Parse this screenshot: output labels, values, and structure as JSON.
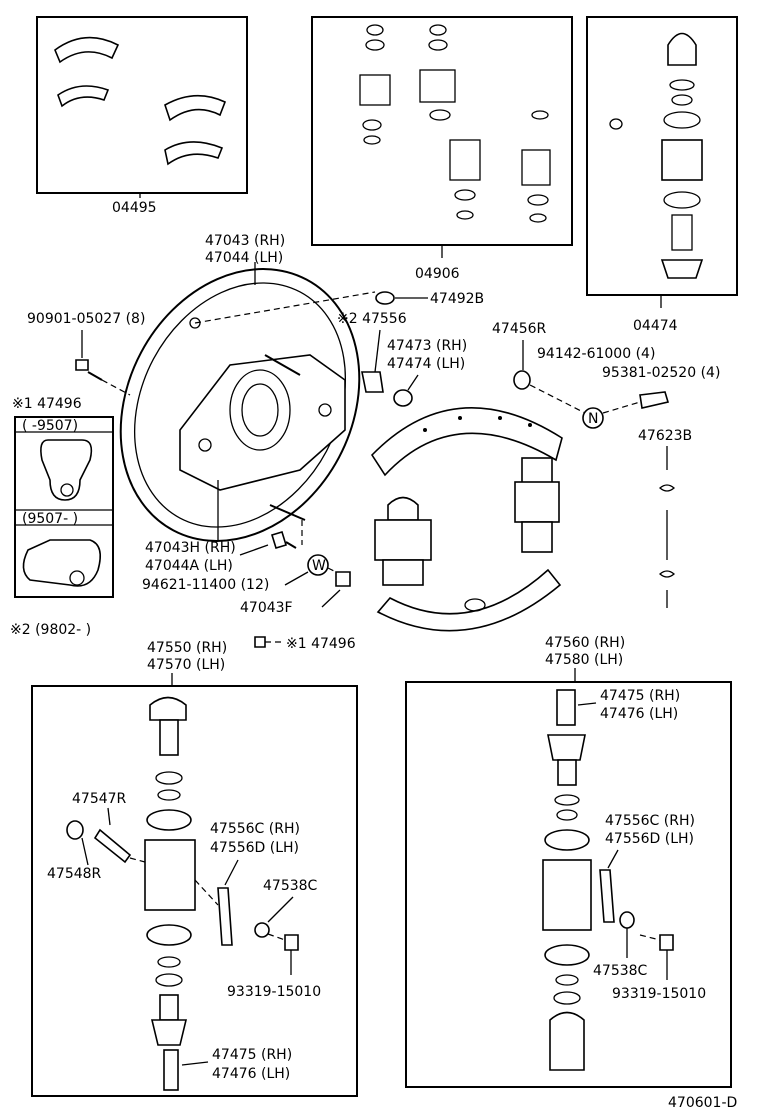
{
  "colors": {
    "ink": "#000000",
    "paper": "#ffffff"
  },
  "labels": {
    "kit_04495": "04495",
    "kit_04906": "04906",
    "kit_04474": "04474",
    "plate_rh": "47043 (RH)",
    "plate_lh": "47044 (LH)",
    "plug_47492b": "47492B",
    "bolt_90901": "90901-05027 (8)",
    "note2_47556": "※2 47556",
    "adj_47473": "47473 (RH)",
    "adj_47474": "47474 (LH)",
    "pin_47456r": "47456R",
    "pin_94142": "94142-61000 (4)",
    "pin_95381": "95381-02520 (4)",
    "spring_47623b": "47623B",
    "note1_47496": "※1 47496",
    "period_a": "(    -9507)",
    "period_b": "(9507-    )",
    "note2_period": "※2 (9802-        )",
    "stud_rh": "47043H (RH)",
    "stud_lh": "47044A (LH)",
    "nut_94621": "94621-11400 (12)",
    "nut_47043f": "47043F",
    "bleeder_47496": "※1 47496",
    "cyl_left_rh": "47550 (RH)",
    "cyl_left_lh": "47570 (LH)",
    "cyl_right_rh": "47560 (RH)",
    "cyl_right_lh": "47580 (LH)",
    "screw_right_rh": "47475 (RH)",
    "screw_right_lh": "47476 (LH)",
    "piece_47547r": "47547R",
    "piece_47548r": "47548R",
    "lever_left_rh": "47556C (RH)",
    "lever_left_lh": "47556D (LH)",
    "lever_right_rh": "47556C (RH)",
    "lever_right_lh": "47556D (LH)",
    "spring_left_47538c": "47538C",
    "spring_right_47538c": "47538C",
    "bolt_left_93319": "93319-15010",
    "bolt_right_93319": "93319-15010",
    "screw_left_rh": "47475 (RH)",
    "screw_left_lh": "47476 (LH)",
    "mark_n": "N",
    "mark_w": "W",
    "figure_id": "470601-D"
  }
}
